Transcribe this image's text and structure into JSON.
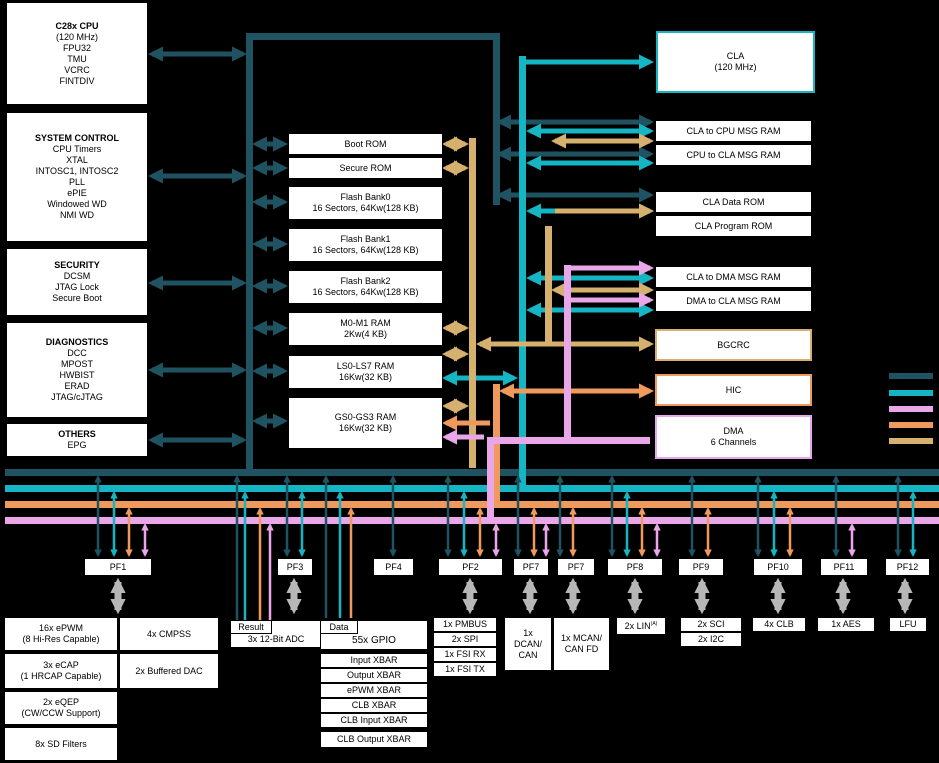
{
  "colors": {
    "cpu_bus": "#1f5361",
    "cla_bus": "#16b5c4",
    "dma_bus": "#e9a6e9",
    "hic_bus": "#ef9a5c",
    "bgcrc_bus": "#d6b06e",
    "arrow_gray": "#b7b7b7"
  },
  "cpu": {
    "title": "C28x CPU",
    "lines": [
      "(120 MHz)",
      "FPU32",
      "TMU",
      "VCRC",
      "FINTDIV"
    ]
  },
  "system_control": {
    "title": "SYSTEM CONTROL",
    "lines": [
      "CPU Timers",
      "XTAL",
      "INTOSC1, INTOSC2",
      "PLL",
      "ePIE",
      "Windowed WD",
      "NMI WD"
    ]
  },
  "security": {
    "title": "SECURITY",
    "lines": [
      "DCSM",
      "JTAG Lock",
      "Secure Boot"
    ]
  },
  "diagnostics": {
    "title": "DIAGNOSTICS",
    "lines": [
      "DCC",
      "MPOST",
      "HWBIST",
      "ERAD",
      "JTAG/cJTAG"
    ]
  },
  "others": {
    "title": "OTHERS",
    "lines": [
      "EPG"
    ]
  },
  "memory": {
    "boot_rom": "Boot ROM",
    "secure_rom": "Secure ROM",
    "flash0": [
      "Flash Bank0",
      "16 Sectors, 64Kw(128 KB)"
    ],
    "flash1": [
      "Flash Bank1",
      "16 Sectors, 64Kw(128 KB)"
    ],
    "flash2": [
      "Flash Bank2",
      "16 Sectors, 64Kw(128 KB)"
    ],
    "m0m1": [
      "M0-M1 RAM",
      "2Kw(4 KB)"
    ],
    "ls": [
      "LS0-LS7 RAM",
      "16Kw(32 KB)"
    ],
    "gs": [
      "GS0-GS3 RAM",
      "16Kw(32 KB)"
    ]
  },
  "right": {
    "cla": [
      "CLA",
      "(120 MHz)"
    ],
    "cla_to_cpu": "CLA to CPU MSG RAM",
    "cpu_to_cla": "CPU to CLA MSG RAM",
    "cla_data_rom": "CLA Data ROM",
    "cla_program_rom": "CLA Program ROM",
    "cla_to_dma": "CLA to DMA MSG RAM",
    "dma_to_cla": "DMA to CLA MSG RAM",
    "bgcrc": "BGCRC",
    "hic": "HIC",
    "dma": [
      "DMA",
      "6 Channels"
    ]
  },
  "pf": [
    "PF1",
    "PF3",
    "PF4",
    "PF2",
    "PF7",
    "PF7",
    "PF8",
    "PF9",
    "PF10",
    "PF11",
    "PF12"
  ],
  "peripherals": {
    "epwm": [
      "16x ePWM",
      "(8 Hi-Res Capable)"
    ],
    "cmpss": "4x CMPSS",
    "ecap": [
      "3x eCAP",
      "(1 HRCAP Capable)"
    ],
    "dac": "2x Buffered DAC",
    "eqep": [
      "2x eQEP",
      "(CW/CCW Support)"
    ],
    "sd": "8x SD Filters",
    "result": "Result",
    "adc": "3x 12-Bit ADC",
    "data": "Data",
    "gpio": "55x GPIO",
    "xbars": [
      "Input XBAR",
      "Output XBAR",
      "ePWM XBAR",
      "CLB XBAR",
      "CLB Input XBAR",
      "CLB Output XBAR"
    ],
    "pf2_list": [
      "1x PMBUS",
      "2x SPI",
      "1x FSI RX",
      "1x FSI TX"
    ],
    "dcan": [
      "1x",
      "DCAN/",
      "CAN"
    ],
    "mcan": [
      "1x MCAN/",
      "CAN FD"
    ],
    "lin": "2x LIN",
    "lin_note": "(A)",
    "sci": "2x SCI",
    "i2c": "2x I2C",
    "clb": "4x CLB",
    "aes": "1x AES",
    "lfu": "LFU"
  }
}
